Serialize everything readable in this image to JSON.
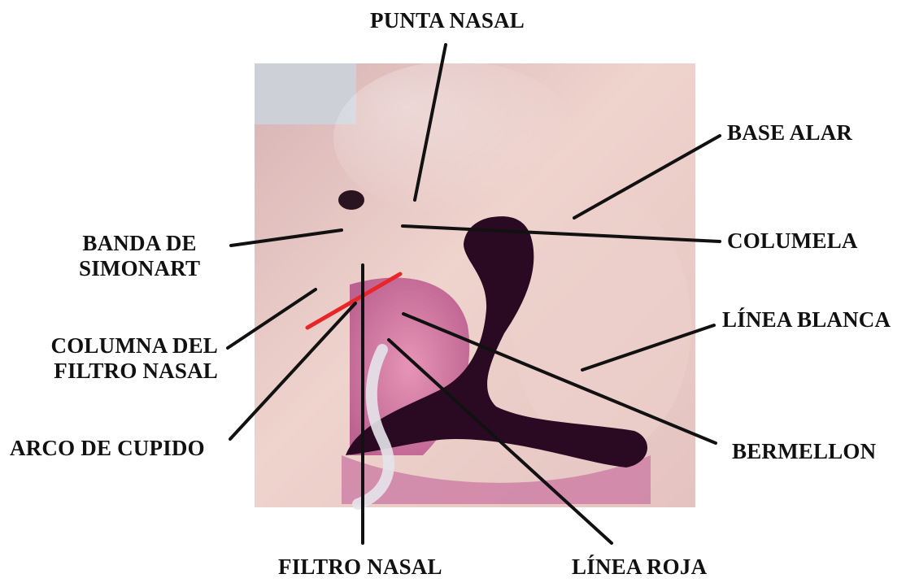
{
  "labels": {
    "punta_nasal": "PUNTA NASAL",
    "base_alar": "BASE ALAR",
    "banda_de_simonart": [
      "BANDA DE",
      "SIMONART"
    ],
    "columela": "COLUMELA",
    "linea_blanca": "LÍNEA BLANCA",
    "columna_del_filtro_nasal": [
      "COLUMNA DEL",
      "FILTRO NASAL"
    ],
    "arco_de_cupido": "ARCO DE CUPIDO",
    "bermellon": "BERMELLON",
    "filtro_nasal": "FILTRO NASAL",
    "linea_roja": "LÍNEA ROJA"
  },
  "colors": {
    "leader_line": "#111111",
    "incision_mark": "#e8262a",
    "cleft_dark": "#2a0a22",
    "skin": "#e6c6c4"
  }
}
